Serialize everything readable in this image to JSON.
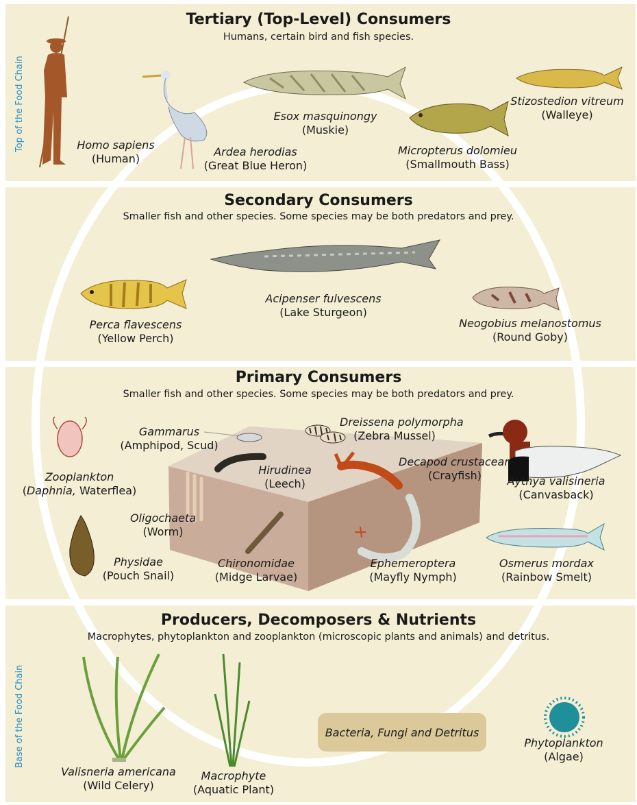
{
  "side_labels": {
    "top": "Top of the Food Chain",
    "base": "Base of the Food Chain"
  },
  "tertiary": {
    "title": "Tertiary (Top-Level) Consumers",
    "subtitle": "Humans, certain bird and fish species.",
    "species": [
      {
        "scientific": "Homo sapiens",
        "common": "(Human)"
      },
      {
        "scientific": "Ardea herodias",
        "common": "(Great Blue Heron)"
      },
      {
        "scientific": "Esox masquinongy",
        "common": "(Muskie)"
      },
      {
        "scientific": "Micropterus dolomieu",
        "common": "(Smallmouth Bass)"
      },
      {
        "scientific": "Stizostedion vitreum",
        "common": "(Walleye)"
      }
    ]
  },
  "secondary": {
    "title": "Secondary Consumers",
    "subtitle": "Smaller fish and other species. Some species may be both predators and prey.",
    "species": [
      {
        "scientific": "Perca flavescens",
        "common": "(Yellow Perch)"
      },
      {
        "scientific": "Acipenser fulvescens",
        "common": "(Lake Sturgeon)"
      },
      {
        "scientific": "Neogobius melanostomus",
        "common": "(Round Goby)"
      }
    ]
  },
  "primary": {
    "title": "Primary Consumers",
    "subtitle": "Smaller fish and other species. Some species may be both predators and prey.",
    "species": [
      {
        "scientific": "Gammarus",
        "common": "(Amphipod, Scud)"
      },
      {
        "scientific": "Dreissena polymorpha",
        "common": "(Zebra Mussel)"
      },
      {
        "scientific": "Zooplankton",
        "common_prefix": "(",
        "common_italic": "Daphnia,",
        "common_suffix": " Waterflea)"
      },
      {
        "scientific": "Hirudinea",
        "common": "(Leech)"
      },
      {
        "scientific": "Decapod crustacean",
        "common": "(Crayfish)"
      },
      {
        "scientific": "Aythya valisineria",
        "common": "(Canvasback)"
      },
      {
        "scientific": "Oligochaeta",
        "common": "(Worm)"
      },
      {
        "scientific": "Physidae",
        "common": "(Pouch Snail)"
      },
      {
        "scientific": "Chironomidae",
        "common": "(Midge Larvae)"
      },
      {
        "scientific": "Ephemeroptera",
        "common": "(Mayfly Nymph)"
      },
      {
        "scientific": "Osmerus mordax",
        "common": "(Rainbow Smelt)"
      }
    ]
  },
  "producers": {
    "title": "Producers, Decomposers & Nutrients",
    "subtitle": "Macrophytes, phytoplankton and zooplankton (microscopic plants and animals) and detritus.",
    "box": "Bacteria, Fungi and Detritus",
    "species": [
      {
        "scientific": "Valisneria americana",
        "common": "(Wild Celery)"
      },
      {
        "scientific": "Macrophyte",
        "common": "(Aquatic Plant)"
      },
      {
        "scientific": "Phytoplankton",
        "common": "(Algae)"
      }
    ]
  }
}
